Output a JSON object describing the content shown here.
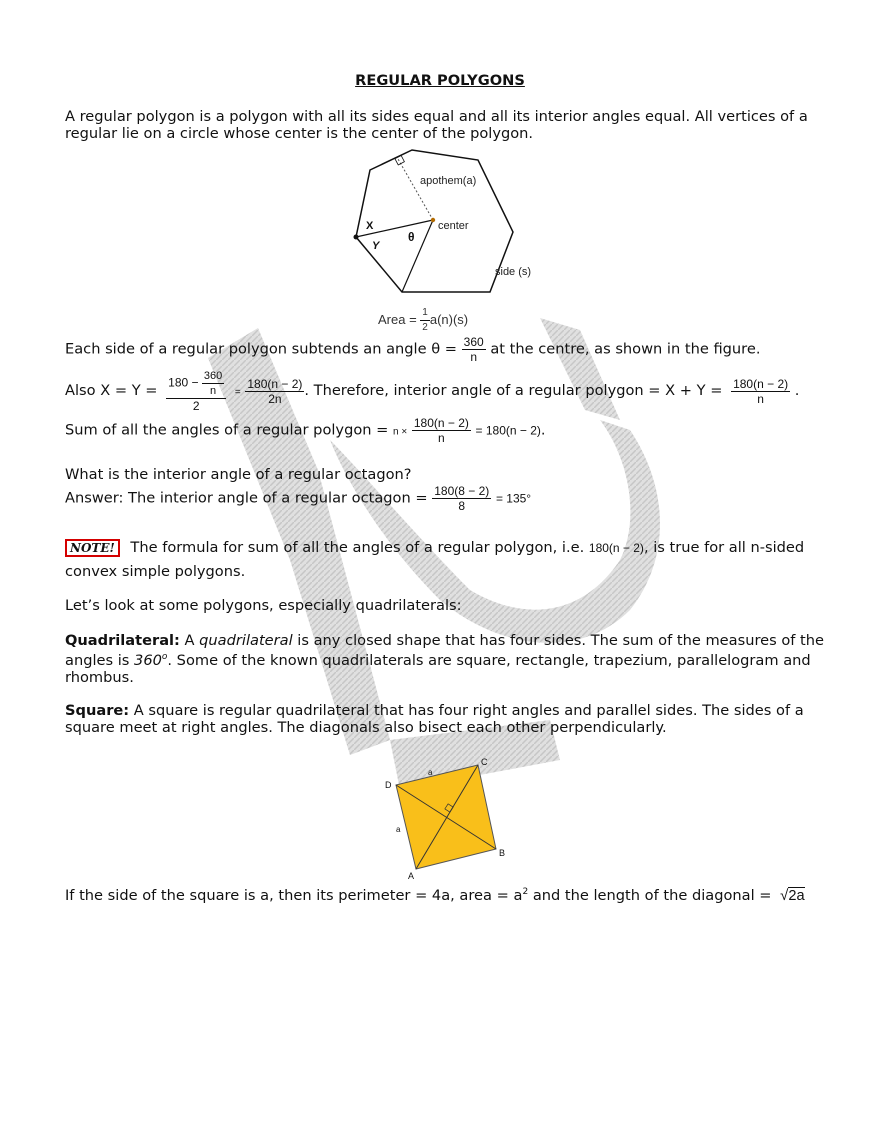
{
  "title": "REGULAR POLYGONS",
  "intro": "A regular polygon is a polygon with all its sides equal and all its interior angles equal. All vertices of a regular lie on a circle whose center is the center of the polygon.",
  "polygon_figure": {
    "apothem": "apothem(a)",
    "center": "center",
    "side": "side (s)",
    "x": "X",
    "y": "Y",
    "theta": "θ",
    "area_prefix": "Area =",
    "area_num": "1",
    "area_den": "2",
    "area_suffix": "a(n)(s)"
  },
  "subtend": {
    "before": "Each side of a regular polygon subtends an angle θ =",
    "num": "360",
    "den": "n",
    "after": "at the centre, as shown in the figure."
  },
  "also": {
    "lead": "Also X = Y =",
    "inner_a": "180 −",
    "inner_num": "360",
    "inner_den": "n",
    "outer_den": "2",
    "eq": "=",
    "f2_num": "180(n − 2)",
    "f2_den": "2n",
    "mid": ". Therefore, interior angle of a regular polygon = X + Y =",
    "f3_num": "180(n − 2)",
    "f3_den": "n",
    "end": "."
  },
  "sum": {
    "lead": "Sum of all the angles of a regular polygon =",
    "pre": "n ×",
    "num": "180(n − 2)",
    "den": "n",
    "post": "= 180(n − 2)",
    "end": "."
  },
  "question": "What is the interior angle of a regular octagon?",
  "answer": {
    "lead": "Answer: The interior angle of a regular octagon =",
    "num": "180(8 − 2)",
    "den": "8",
    "post": "= 135°"
  },
  "note": {
    "badge": "NOTE!",
    "text1": "The formula for sum of all the angles of a regular polygon, i.e.",
    "formula": "180(n − 2)",
    "text2": ", is true for all n-sided",
    "text3": "convex simple polygons."
  },
  "lets_look": "Let’s look at some polygons, especially quadrilaterals:",
  "quadrilateral": {
    "term": "Quadrilateral:",
    "text_a": "A",
    "italic": "quadrilateral",
    "text_b": "is any closed shape that has four sides. The sum of the measures of the angles is",
    "deg": "360",
    "deg_sup": "o",
    "text_c": ". Some of the known quadrilaterals are square, rectangle, trapezium, parallelogram and rhombus."
  },
  "square": {
    "term": "Square:",
    "text": "A square is regular quadrilateral that has four right angles and parallel sides. The sides of a square meet at right angles. The diagonals also bisect each other perpendicularly."
  },
  "square_figure": {
    "A": "A",
    "B": "B",
    "C": "C",
    "D": "D",
    "a_top": "a",
    "a_left": "a",
    "fill": "#f9bf1a"
  },
  "perimeter": {
    "text1": "If the side of the square is a, then its perimeter = 4a, area = a",
    "sup": "2",
    "text2": "and the length of the diagonal =",
    "sqrt_text": "2a"
  }
}
